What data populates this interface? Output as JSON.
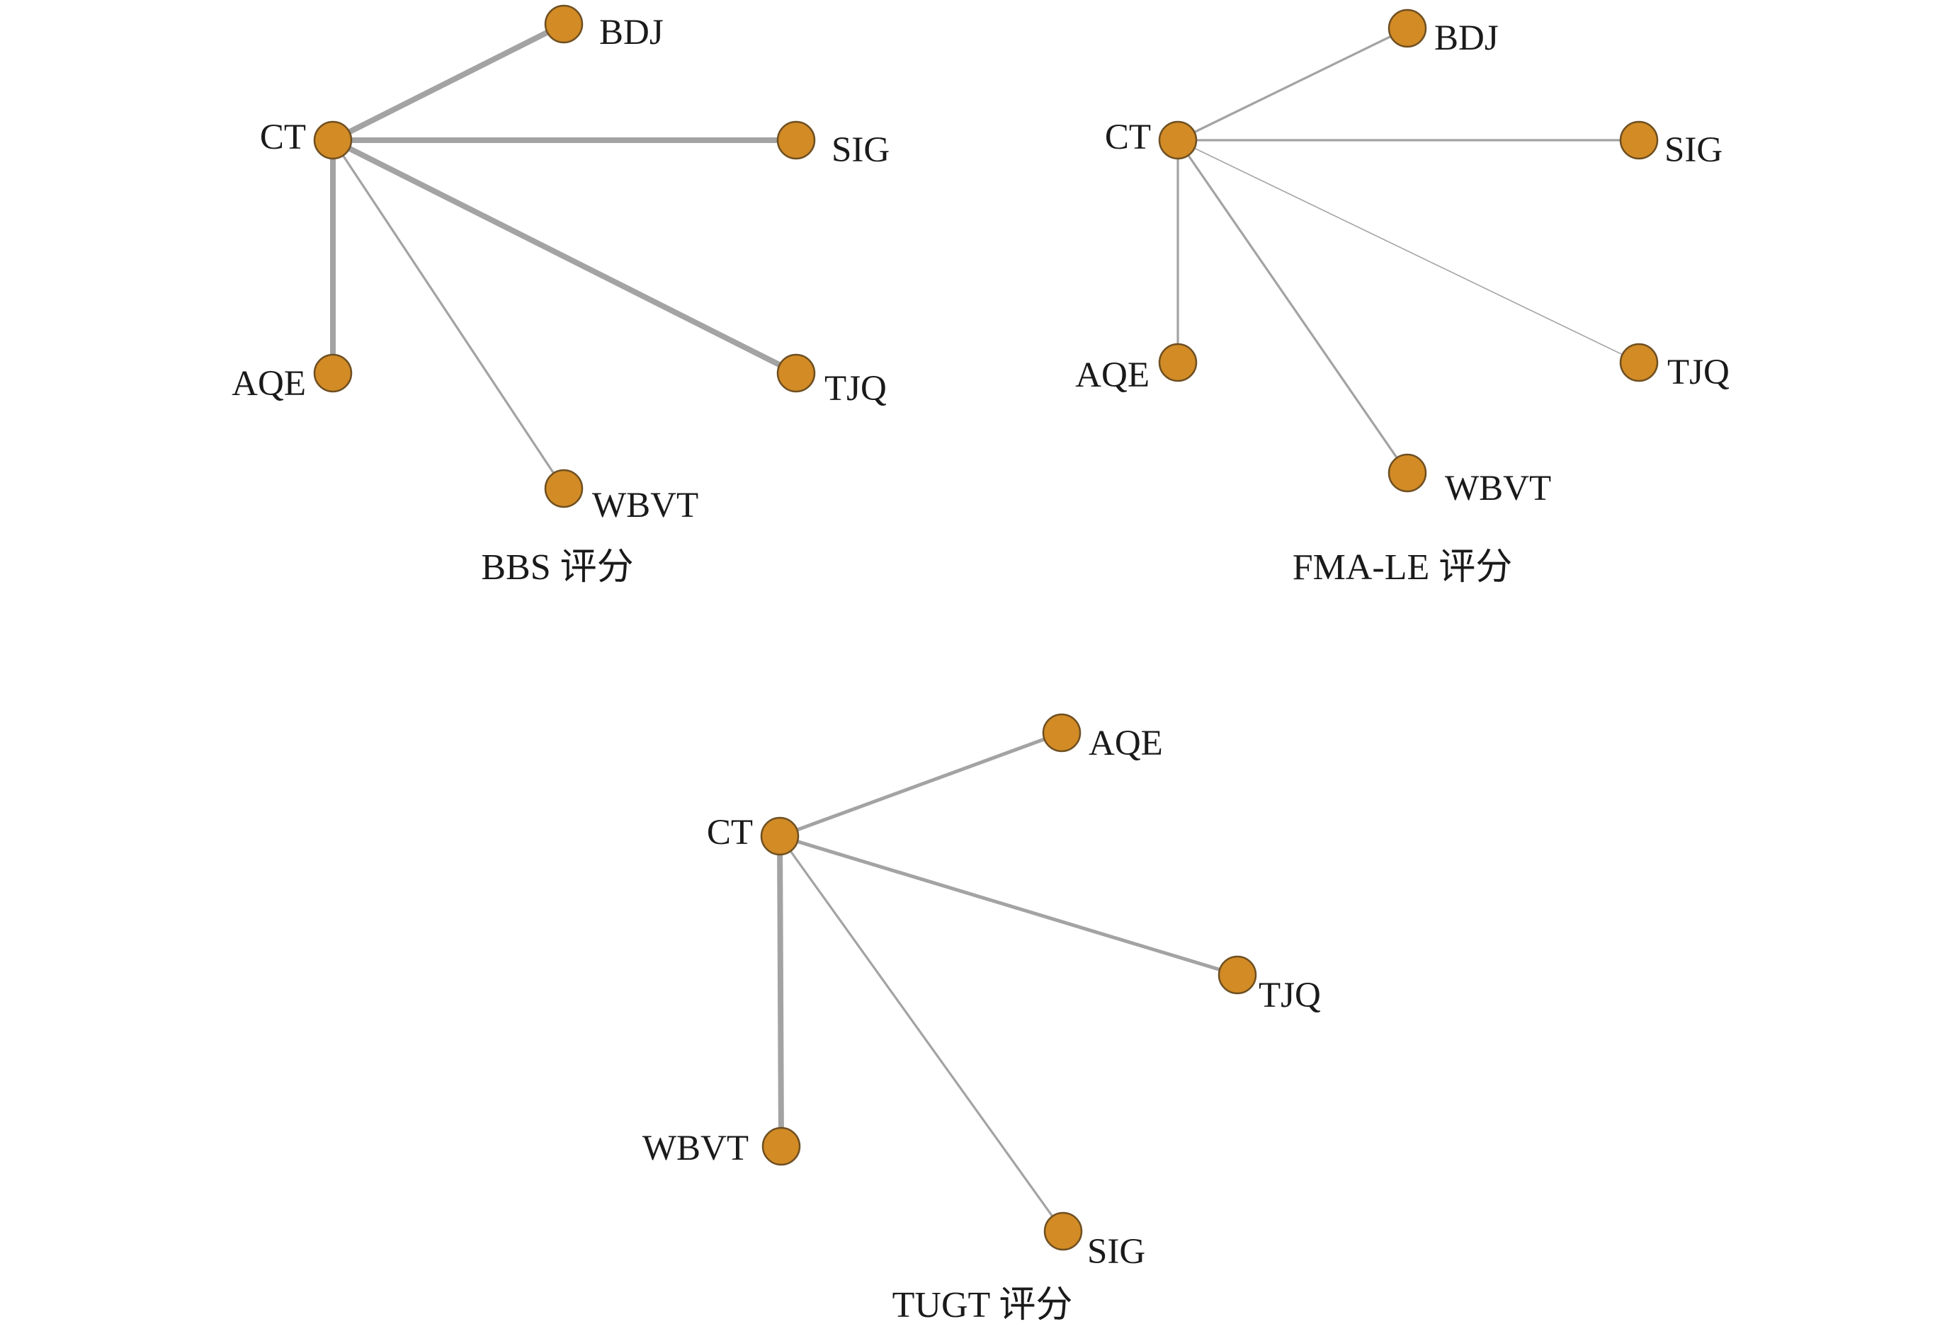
{
  "panels": [
    {
      "caption": "BBS 评分",
      "nodes": [
        {
          "id": "CT",
          "label": "CT"
        },
        {
          "id": "BDJ",
          "label": "BDJ"
        },
        {
          "id": "SIG",
          "label": "SIG"
        },
        {
          "id": "AQE",
          "label": "AQE"
        },
        {
          "id": "TJQ",
          "label": "TJQ"
        },
        {
          "id": "WBVT",
          "label": "WBVT"
        }
      ],
      "edges": [
        {
          "source": "CT",
          "target": "BDJ",
          "weight": "thick"
        },
        {
          "source": "CT",
          "target": "SIG",
          "weight": "thick"
        },
        {
          "source": "CT",
          "target": "AQE",
          "weight": "thick"
        },
        {
          "source": "CT",
          "target": "TJQ",
          "weight": "thick"
        },
        {
          "source": "CT",
          "target": "WBVT",
          "weight": "thin"
        }
      ]
    },
    {
      "caption": "FMA-LE 评分",
      "nodes": [
        {
          "id": "CT",
          "label": "CT"
        },
        {
          "id": "BDJ",
          "label": "BDJ"
        },
        {
          "id": "SIG",
          "label": "SIG"
        },
        {
          "id": "AQE",
          "label": "AQE"
        },
        {
          "id": "TJQ",
          "label": "TJQ"
        },
        {
          "id": "WBVT",
          "label": "WBVT"
        }
      ],
      "edges": [
        {
          "source": "CT",
          "target": "BDJ",
          "weight": "thin"
        },
        {
          "source": "CT",
          "target": "SIG",
          "weight": "thin"
        },
        {
          "source": "CT",
          "target": "AQE",
          "weight": "thin"
        },
        {
          "source": "CT",
          "target": "TJQ",
          "weight": "hairline"
        },
        {
          "source": "CT",
          "target": "WBVT",
          "weight": "thin"
        }
      ]
    },
    {
      "caption": "TUGT 评分",
      "nodes": [
        {
          "id": "CT",
          "label": "CT"
        },
        {
          "id": "AQE",
          "label": "AQE"
        },
        {
          "id": "TJQ",
          "label": "TJQ"
        },
        {
          "id": "WBVT",
          "label": "WBVT"
        },
        {
          "id": "SIG",
          "label": "SIG"
        }
      ],
      "edges": [
        {
          "source": "CT",
          "target": "AQE",
          "weight": "medium"
        },
        {
          "source": "CT",
          "target": "TJQ",
          "weight": "medium"
        },
        {
          "source": "CT",
          "target": "WBVT",
          "weight": "thick"
        },
        {
          "source": "CT",
          "target": "SIG",
          "weight": "thin"
        }
      ]
    }
  ],
  "colors": {
    "node_fill": "#d28b25",
    "node_stroke": "#6e4f22",
    "edge": "#a3a3a3"
  }
}
